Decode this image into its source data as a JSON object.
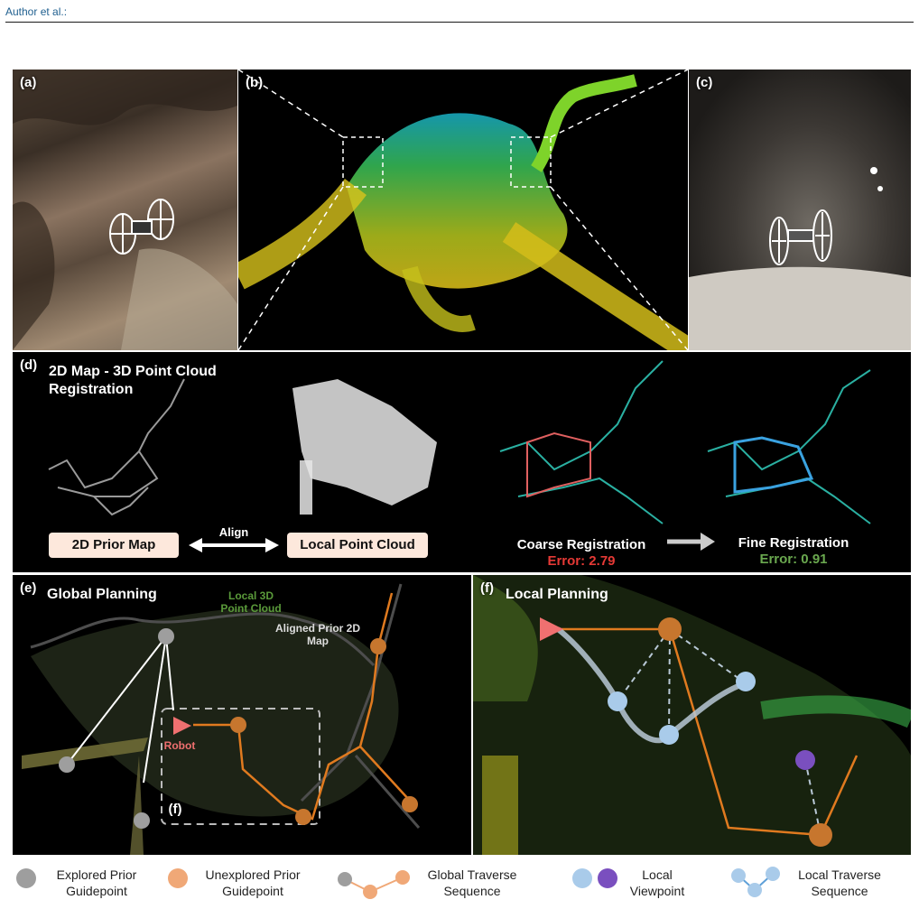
{
  "header": {
    "author": "Author et al.:"
  },
  "panels": {
    "a": {
      "label": "(a)"
    },
    "b": {
      "label": "(b)"
    },
    "c": {
      "label": "(c)"
    },
    "d": {
      "label": "(d)",
      "title": "2D Map - 3D Point Cloud Registration",
      "prior_map": "2D Prior Map",
      "align": "Align",
      "local_cloud": "Local Point Cloud",
      "coarse": "Coarse Registration",
      "coarse_error": "Error: 2.79",
      "fine": "Fine Registration",
      "fine_error": "Error: 0.91"
    },
    "e": {
      "label": "(e)",
      "title": "Global Planning",
      "local_3d": "Local 3D Point Cloud",
      "aligned_prior": "Aligned Prior 2D Map",
      "robot": "Robot",
      "f_box": "(f)"
    },
    "f": {
      "label": "(f)",
      "title": "Local Planning"
    }
  },
  "legend": {
    "explored": "Explored Prior Guidepoint",
    "unexplored": "Unexplored Prior Guidepoint",
    "global_seq": "Global Traverse Sequence",
    "local_vp": "Local Viewpoint",
    "local_seq": "Local Traverse Sequence"
  },
  "colors": {
    "explored": "#9e9e9e",
    "unexplored": "#f0a877",
    "local_blue": "#a9cbea",
    "local_purple": "#7a4fbf",
    "orange": "#e07a1f",
    "robot": "#f07070",
    "coarse_error": "#e53935",
    "fine_error": "#6aa84f"
  }
}
